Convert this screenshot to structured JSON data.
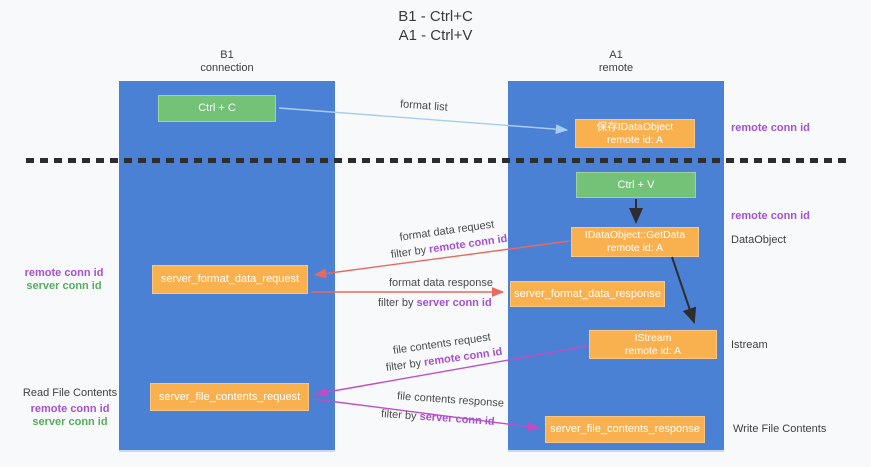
{
  "title": {
    "line1": "B1 - Ctrl+C",
    "line2": "A1 - Ctrl+V"
  },
  "columns": {
    "left": {
      "name": "B1",
      "role": "connection"
    },
    "right": {
      "name": "A1",
      "role": "remote"
    }
  },
  "boxes": {
    "ctrl_c": {
      "label": "Ctrl + C"
    },
    "save_dataobject": {
      "line1": "保存IDataObject",
      "line2": "remote id: A"
    },
    "ctrl_v": {
      "label": "Ctrl + V"
    },
    "getdata": {
      "line1": "IDataObject::GetData",
      "line2": "remote id: A"
    },
    "format_request": {
      "label": "server_format_data_request"
    },
    "format_response": {
      "label": "server_format_data_response"
    },
    "istream": {
      "line1": "IStream",
      "line2": "remote id: A"
    },
    "file_request": {
      "label": "server_file_contents_request"
    },
    "file_response": {
      "label": "server_file_contents_response"
    }
  },
  "arrow_labels": {
    "format_list": "format list",
    "format_data_request": "format data request",
    "filter_by_remote_1": {
      "prefix": "filter by ",
      "id": "remote conn id"
    },
    "format_data_response": "format data response",
    "filter_by_server_1": {
      "prefix": "filter by ",
      "id": "server conn id"
    },
    "file_contents_request": "file contents request",
    "filter_by_remote_2": {
      "prefix": "filter by ",
      "id": "remote conn id"
    },
    "file_contents_response": "file contents response",
    "filter_by_server_2": {
      "prefix": "filter by ",
      "id": "server conn id"
    }
  },
  "side_labels": {
    "right_remote_conn_top": "remote conn id",
    "right_remote_conn_mid": "remote conn id",
    "right_dataobject": "DataObject",
    "right_istream": "Istream",
    "right_write_file_contents": "Write File Contents",
    "left_remote_conn_1": "remote conn id",
    "left_server_conn_1": "server conn id",
    "left_read_file_contents": "Read File Contents",
    "left_remote_conn_2": "remote conn id",
    "left_server_conn_2": "server conn id"
  },
  "colors": {
    "column_blue": "#4b81d5",
    "box_green": "#74c178",
    "box_orange": "#f9b04e",
    "arrow_light_blue": "#a8cdf0",
    "arrow_black": "#2e2e2e",
    "arrow_red": "#e8695f",
    "arrow_magenta": "#bf4ec2",
    "label_purple": "#a551d2",
    "label_green": "#55ad5e",
    "text_dark": "#3f3f3f",
    "background": "#f8f9fa"
  }
}
